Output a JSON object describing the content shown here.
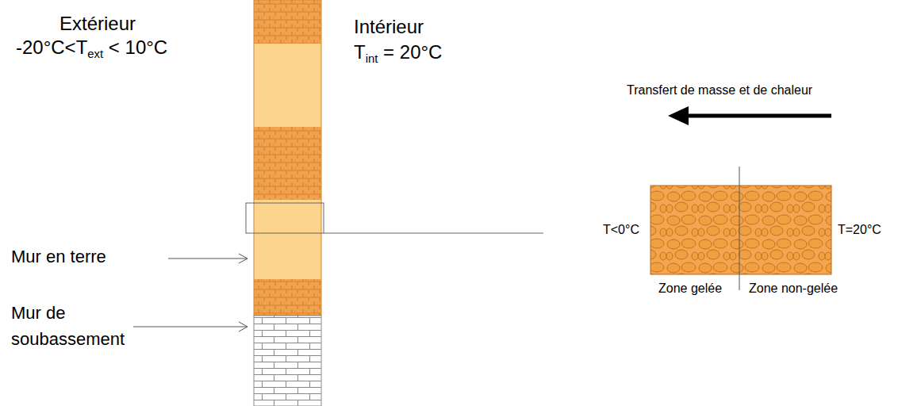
{
  "diagram": {
    "labels": [
      "Extérieur",
      "-20°C<T",
      "ext",
      "< 10°C",
      "Intérieur",
      "T",
      "int",
      "= 20°C",
      "Mur en terre",
      "Mur de soubassement",
      "Transfert de masse et de chaleur",
      "T<0°C",
      "T=20°C",
      "Zone gelée",
      "Zone non-gelée"
    ]
  }
}
